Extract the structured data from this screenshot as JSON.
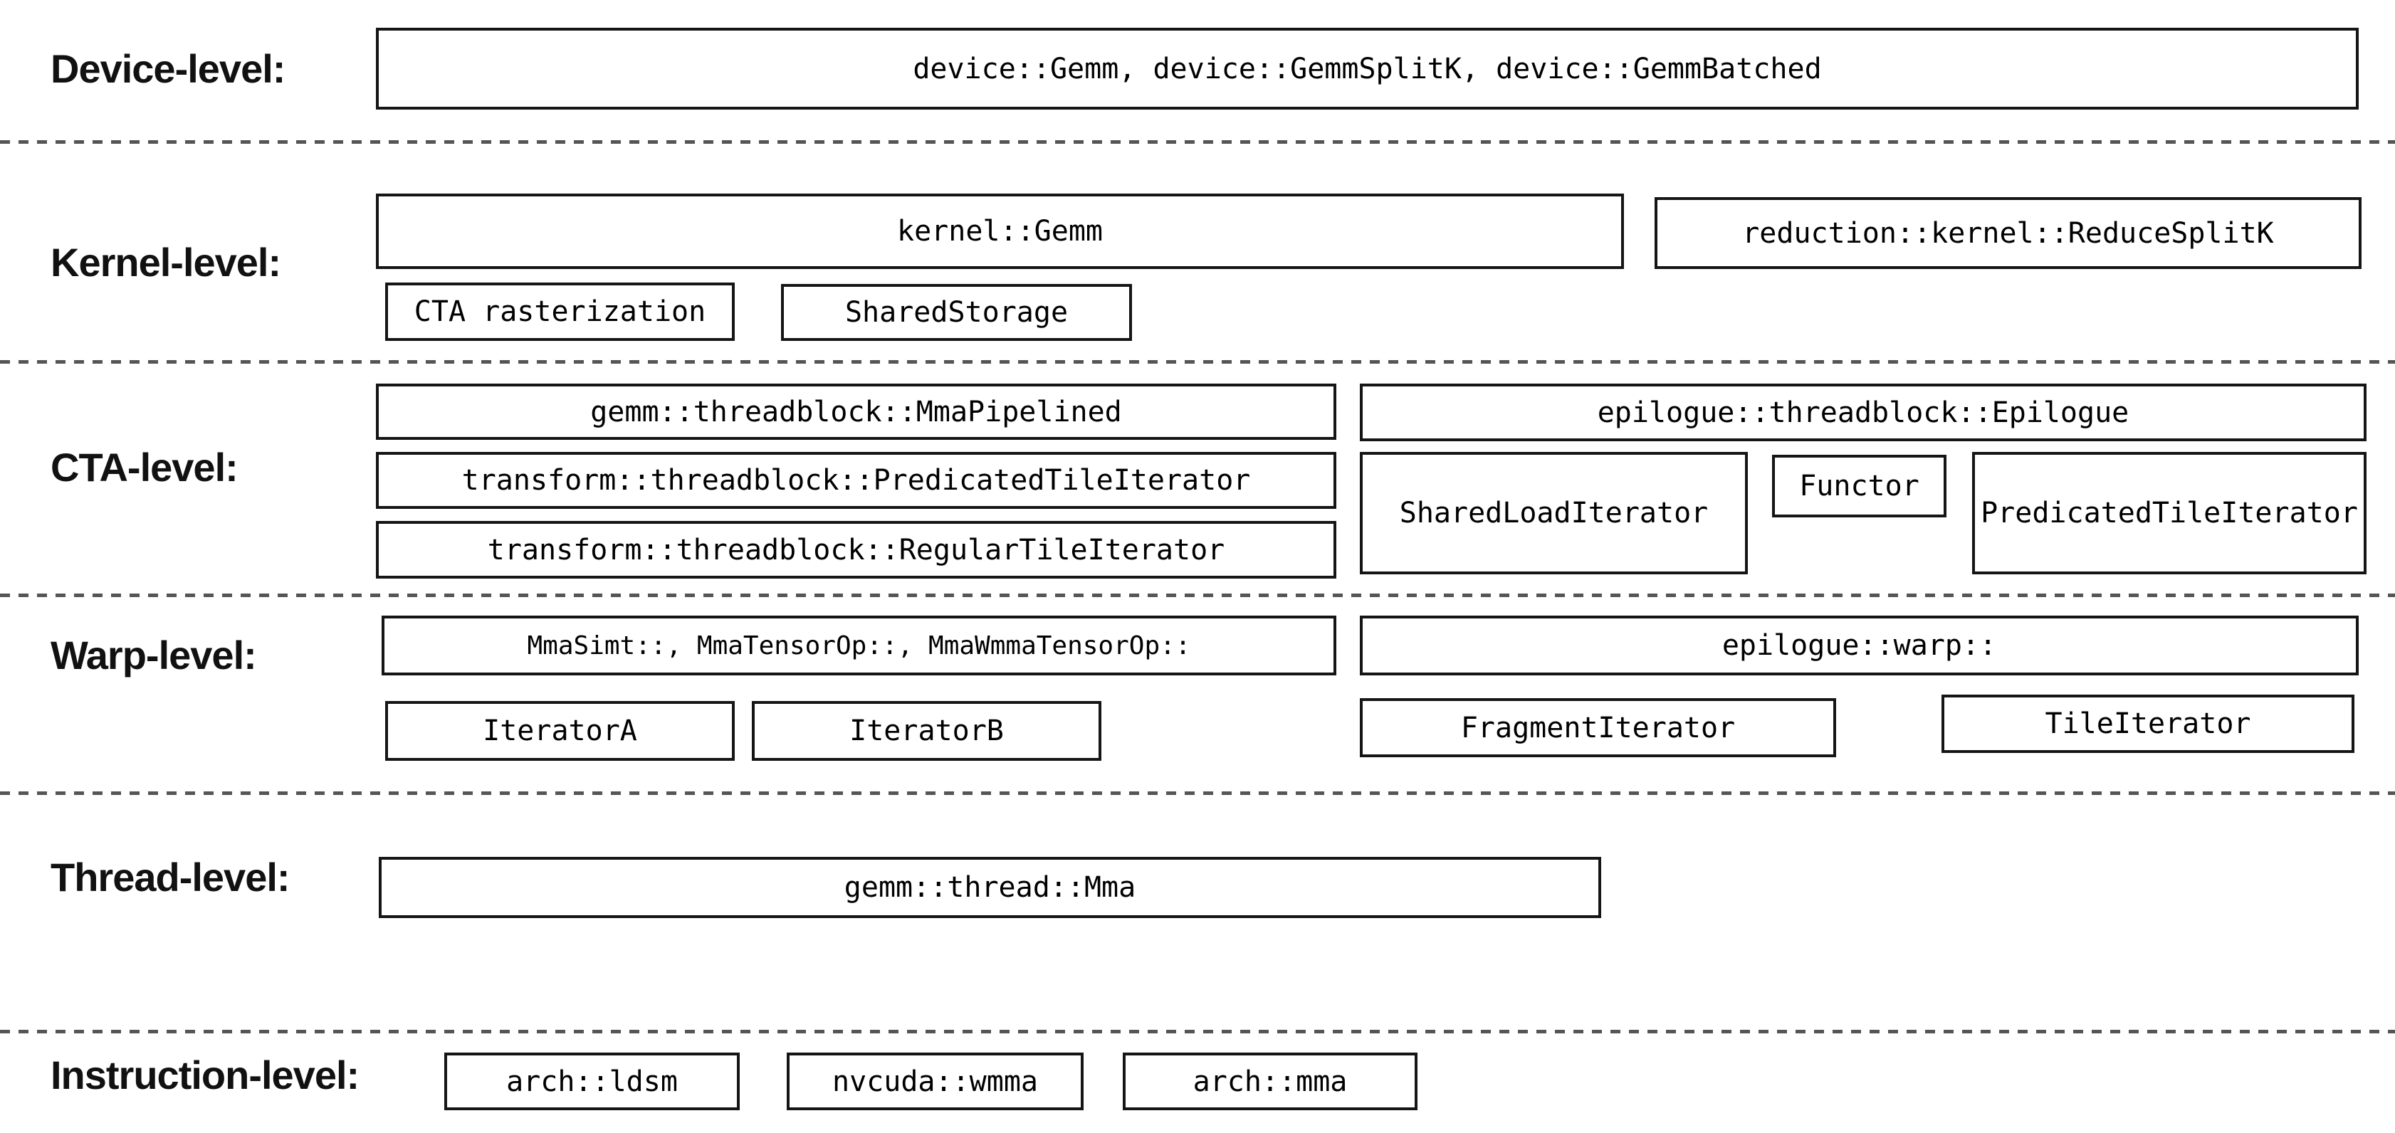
{
  "levels": [
    {
      "label": "Device-level:",
      "boxes": [
        {
          "text": "device::Gemm, device::GemmSplitK, device::GemmBatched"
        }
      ]
    },
    {
      "label": "Kernel-level:",
      "boxes": [
        {
          "text": "kernel::Gemm"
        },
        {
          "text": "reduction::kernel::ReduceSplitK"
        },
        {
          "text": "CTA rasterization"
        },
        {
          "text": "SharedStorage"
        }
      ]
    },
    {
      "label": "CTA-level:",
      "boxes": [
        {
          "text": "gemm::threadblock::MmaPipelined"
        },
        {
          "text": "epilogue::threadblock::Epilogue"
        },
        {
          "text": "transform::threadblock::PredicatedTileIterator"
        },
        {
          "text": "SharedLoadIterator"
        },
        {
          "text": "Functor"
        },
        {
          "text": "PredicatedTileIterator"
        },
        {
          "text": "transform::threadblock::RegularTileIterator"
        }
      ]
    },
    {
      "label": "Warp-level:",
      "boxes": [
        {
          "text": "MmaSimt::, MmaTensorOp::, MmaWmmaTensorOp::"
        },
        {
          "text": "epilogue::warp::"
        },
        {
          "text": "IteratorA"
        },
        {
          "text": "IteratorB"
        },
        {
          "text": "FragmentIterator"
        },
        {
          "text": "TileIterator"
        }
      ]
    },
    {
      "label": "Thread-level:",
      "boxes": [
        {
          "text": "gemm::thread::Mma"
        }
      ]
    },
    {
      "label": "Instruction-level:",
      "boxes": [
        {
          "text": "arch::ldsm"
        },
        {
          "text": "nvcuda::wmma"
        },
        {
          "text": "arch::mma"
        }
      ]
    }
  ],
  "colors": {
    "background": "#ffffff",
    "box_border": "#151515",
    "text": "#000000",
    "divider": "#555555"
  }
}
